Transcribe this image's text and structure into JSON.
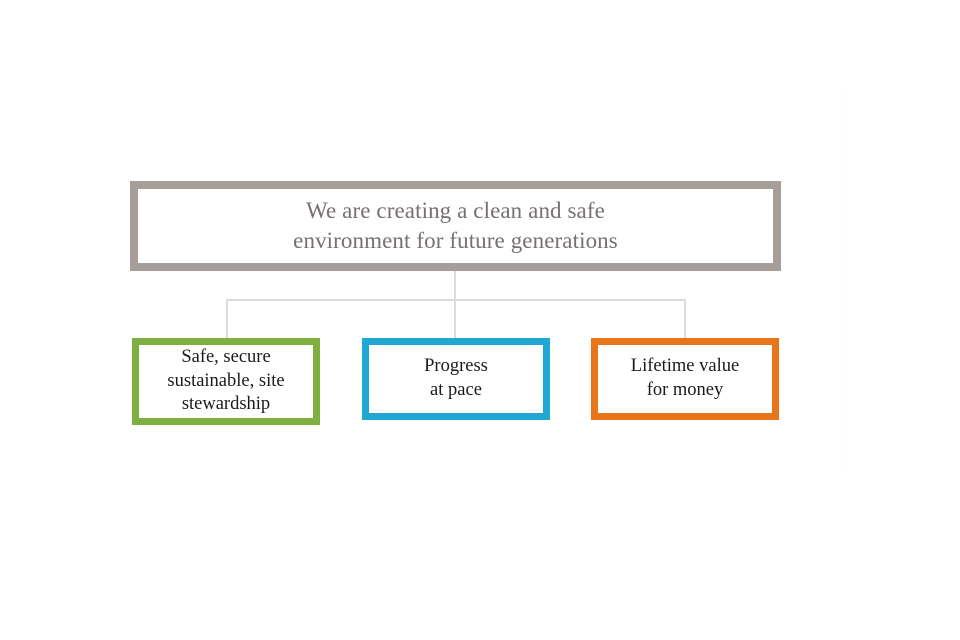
{
  "diagram": {
    "type": "hierarchy",
    "background_color": "#ffffff",
    "vision": {
      "text": "We are creating a clean and safe\nenvironment for future generations",
      "border_color": "#a79e99",
      "text_color": "#767070",
      "fill_color": "#ffffff"
    },
    "connector": {
      "color": "#dcdcdc"
    },
    "pillars": [
      {
        "text": "Safe, secure\nsustainable, site\nstewardship",
        "border_color": "#7db040",
        "text_color": "#1a1a1a",
        "fill_color": "#ffffff"
      },
      {
        "text": "Progress\nat pace",
        "border_color": "#1fa8d4",
        "text_color": "#1a1a1a",
        "fill_color": "#ffffff"
      },
      {
        "text": "Lifetime value\nfor money",
        "border_color": "#e8751a",
        "text_color": "#1a1a1a",
        "fill_color": "#ffffff"
      }
    ]
  }
}
